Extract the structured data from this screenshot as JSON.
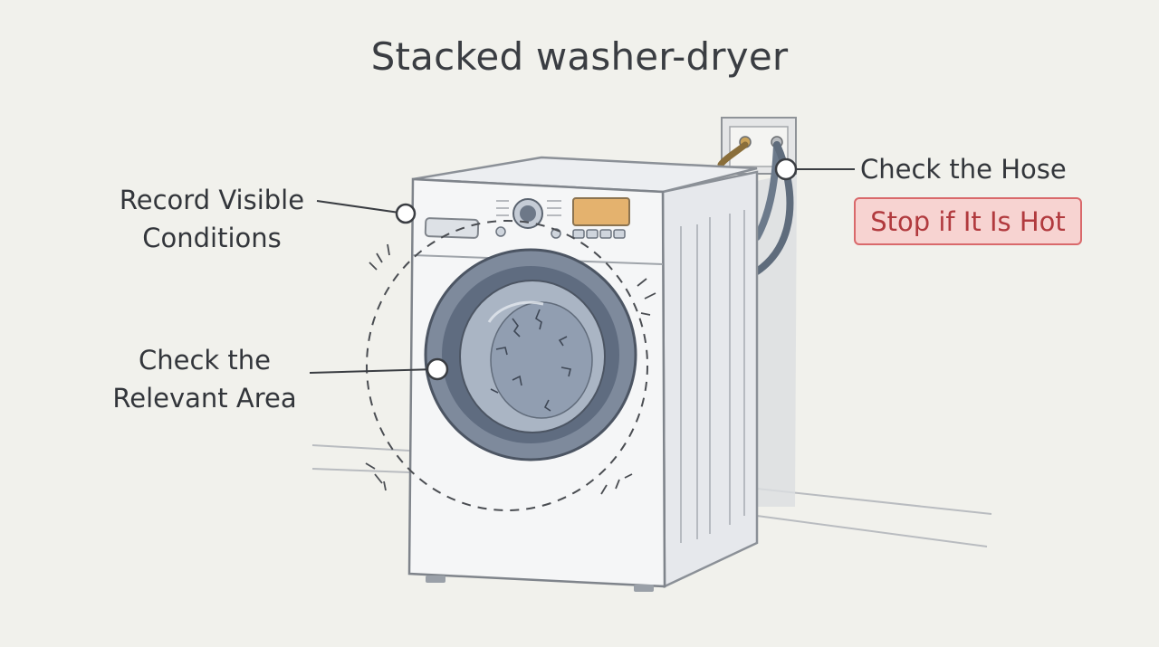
{
  "title": "Stacked washer-dryer",
  "callouts": {
    "record": {
      "line1": "Record Visible",
      "line2": "Conditions"
    },
    "area": {
      "line1": "Check the",
      "line2": "Relevant Area"
    },
    "hose": {
      "text": "Check the Hose"
    },
    "warning": {
      "text": "Stop if It Is Hot"
    }
  },
  "colors": {
    "background": "#f1f1ec",
    "warning_fill": "#f7d3d1",
    "warning_border": "#d9696b",
    "warning_text": "#b13a3e",
    "display_panel": "#e4b26e",
    "door_glass": "#6f7d91"
  }
}
